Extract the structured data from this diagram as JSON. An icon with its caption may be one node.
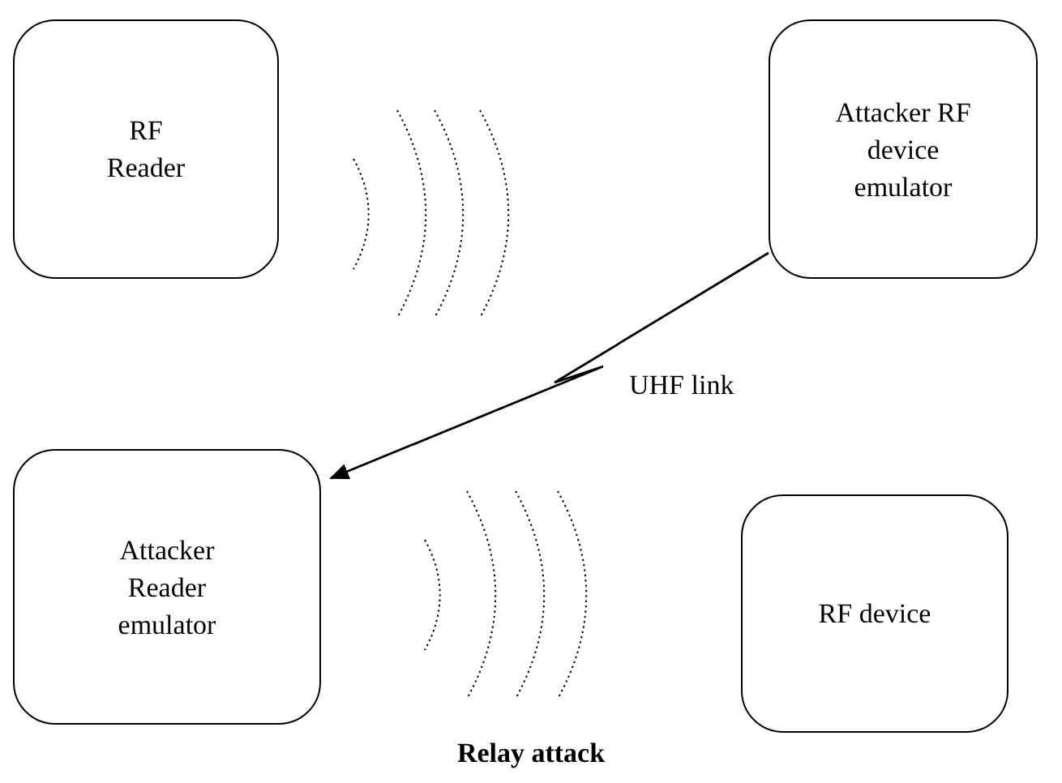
{
  "diagram": {
    "caption": "Relay attack",
    "nodes": [
      {
        "text": [
          "RF Reader"
        ]
      },
      {
        "text": [
          "Attacker RF device emulator"
        ]
      },
      {
        "text": [
          "Attacker Reader emulator"
        ]
      },
      {
        "text": [
          "RF device"
        ]
      }
    ],
    "edges": [
      {
        "from": 1,
        "to": 2,
        "arrow": "to",
        "label": "UHF link"
      }
    ]
  }
}
